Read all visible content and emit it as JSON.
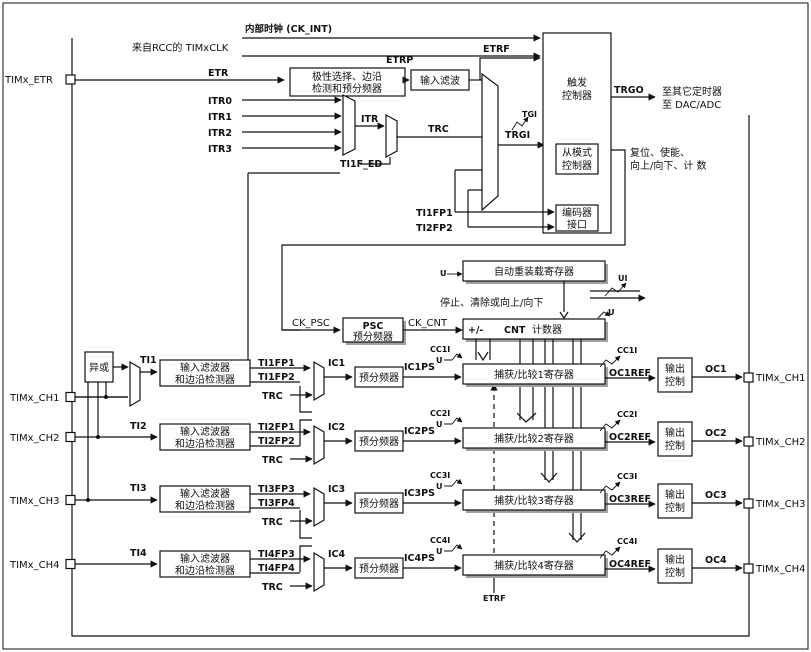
{
  "inputs": {
    "etr": "TIMx_ETR",
    "ch1": "TIMx_CH1",
    "ch2": "TIMx_CH2",
    "ch3": "TIMx_CH3",
    "ch4": "TIMx_CH4"
  },
  "outputs": {
    "ch1": "TIMx_CH1",
    "ch2": "TIMx_CH2",
    "ch3": "TIMx_CH3",
    "ch4": "TIMx_CH4"
  },
  "clock": {
    "internal": "内部时钟 (CK_INT)",
    "rcc": "来自RCC的 TIMxCLK"
  },
  "blocks": {
    "polarity": [
      "极性选择、边沿",
      "检测和预分频器"
    ],
    "input_filter": "输入滤波",
    "trigger": [
      "触发",
      "控制器"
    ],
    "slave": [
      "从模式",
      "控制器"
    ],
    "encoder": [
      "编码器",
      "接口"
    ],
    "reload": "自动重装载寄存器",
    "psc_title": "PSC",
    "psc_sub": "预分频器",
    "cnt_prefix": "+/-",
    "cnt_title": "CNT",
    "cnt_suffix": "计数器",
    "xor": "异或",
    "filter_edge": [
      "输入滤波器",
      "和边沿检测器"
    ],
    "prescaler": "预分频器",
    "capture": [
      "捕获/比较1寄存器",
      "捕获/比较2寄存器",
      "捕获/比较3寄存器",
      "捕获/比较4寄存器"
    ],
    "output_ctrl": [
      "输出",
      "控制"
    ]
  },
  "signals": {
    "etr": "ETR",
    "etrp": "ETRP",
    "etrf": "ETRF",
    "itr0": "ITR0",
    "itr1": "ITR1",
    "itr2": "ITR2",
    "itr3": "ITR3",
    "itr": "ITR",
    "trc": "TRC",
    "ti1f_ed": "TI1F_ED",
    "tgi": "TGI",
    "trgi": "TRGI",
    "trgo": "TRGO",
    "ti1fp1": "TI1FP1",
    "ti2fp2": "TI2FP2",
    "ck_psc": "CK_PSC",
    "ck_cnt": "CK_CNT",
    "u": "U",
    "ui": "UI",
    "etrf_bottom": "ETRF",
    "ti": [
      "TI1",
      "TI2",
      "TI3",
      "TI4"
    ],
    "fp_a": [
      "TI1FP1",
      "TI2FP1",
      "TI3FP3",
      "TI4FP3"
    ],
    "fp_b": [
      "TI1FP2",
      "TI2FP2",
      "TI3FP4",
      "TI4FP4"
    ],
    "trc_ch": "TRC",
    "ic": [
      "IC1",
      "IC2",
      "IC3",
      "IC4"
    ],
    "icps": [
      "IC1PS",
      "IC2PS",
      "IC3PS",
      "IC4PS"
    ],
    "cci": [
      "CC1I",
      "CC2I",
      "CC3I",
      "CC4I"
    ],
    "ocref": [
      "OC1REF",
      "OC2REF",
      "OC3REF",
      "OC4REF"
    ],
    "oc": [
      "OC1",
      "OC2",
      "OC3",
      "OC4"
    ]
  },
  "notes": {
    "to_timer": "至其它定时器",
    "to_dac": "至 DAC/ADC",
    "reset": [
      "复位、使能、",
      "向上/向下、计 数"
    ],
    "stop": "停止、清除或向上/向下"
  }
}
